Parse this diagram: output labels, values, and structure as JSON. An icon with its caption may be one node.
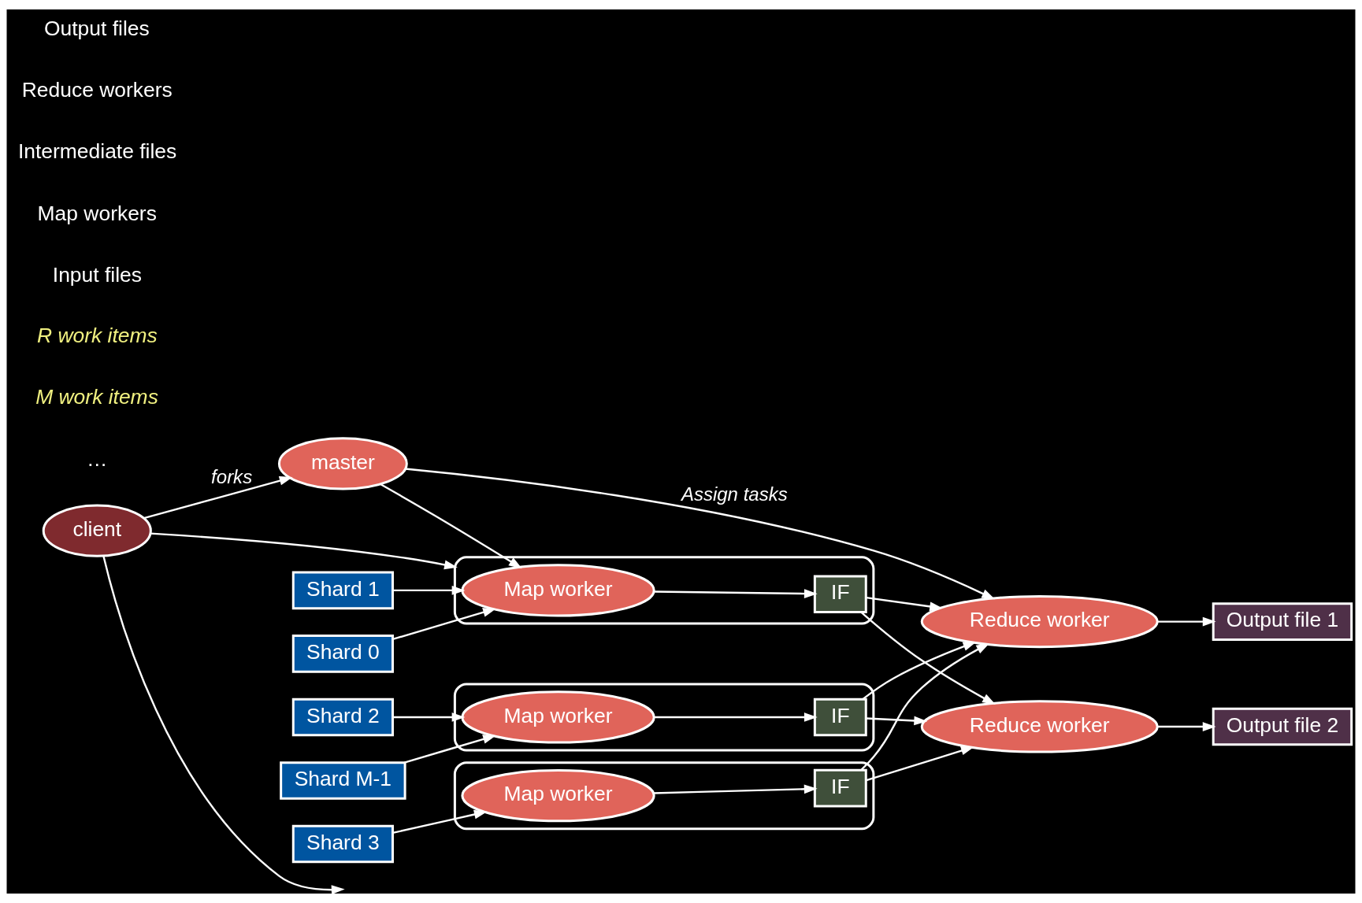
{
  "diagram": {
    "nodes": [
      {
        "text": [
          "client"
        ]
      },
      {
        "text": [
          "master"
        ]
      },
      {
        "text": [
          "Shard 0"
        ]
      },
      {
        "text": [
          "Shard 1"
        ]
      },
      {
        "text": [
          "Shard 2"
        ]
      },
      {
        "text": [
          "Shard 3"
        ]
      },
      {
        "text": [
          "Shard M-1"
        ]
      },
      {
        "text": [],
        "shape": "box"
      },
      {
        "text": [
          "Map worker"
        ],
        "in": 7
      },
      {
        "text": [
          "IF"
        ],
        "in": 7
      },
      {
        "text": [],
        "shape": "box"
      },
      {
        "text": [
          "Map worker"
        ],
        "in": 10
      },
      {
        "text": [
          "IF"
        ],
        "in": 10
      },
      {
        "text": [],
        "shape": "box"
      },
      {
        "text": [
          "Map worker"
        ],
        "in": 13
      },
      {
        "text": [
          "IF"
        ],
        "in": 13
      },
      {
        "text": [
          "Reduce worker"
        ]
      },
      {
        "text": [
          "Reduce worker"
        ]
      },
      {
        "text": [
          "Output file 1"
        ]
      },
      {
        "text": [
          "Output file 2"
        ]
      }
    ],
    "edges": [
      {
        "from": 0,
        "to": 1,
        "arrow": "to",
        "label": "forks"
      },
      {
        "from": 0,
        "to": 7,
        "arrow": "to"
      },
      {
        "from": 0,
        "to": null,
        "arrow": "to"
      },
      {
        "from": 1,
        "to": 8,
        "arrow": "to"
      },
      {
        "from": 1,
        "to": 16,
        "arrow": "to",
        "label": "Assign tasks"
      },
      {
        "from": 2,
        "to": 8,
        "arrow": "to"
      },
      {
        "from": 3,
        "to": 8,
        "arrow": "to"
      },
      {
        "from": 4,
        "to": 11,
        "arrow": "to"
      },
      {
        "from": 5,
        "to": 14,
        "arrow": "to"
      },
      {
        "from": 6,
        "to": 11,
        "arrow": "to"
      },
      {
        "from": 8,
        "to": 9,
        "arrow": "to"
      },
      {
        "from": 11,
        "to": 12,
        "arrow": "to"
      },
      {
        "from": 14,
        "to": 15,
        "arrow": "to"
      },
      {
        "from": 9,
        "to": 16,
        "arrow": "to"
      },
      {
        "from": 9,
        "to": 17,
        "arrow": "to"
      },
      {
        "from": 12,
        "to": 16,
        "arrow": "to"
      },
      {
        "from": 12,
        "to": 17,
        "arrow": "to"
      },
      {
        "from": 15,
        "to": 16,
        "arrow": "to"
      },
      {
        "from": 15,
        "to": 17,
        "arrow": "to"
      },
      {
        "from": 16,
        "to": 18,
        "arrow": "to"
      },
      {
        "from": 17,
        "to": 19,
        "arrow": "to"
      }
    ],
    "labels": [
      "…",
      "M work items",
      "R work items",
      "Input files",
      "Map workers",
      "Intermediate files",
      "Reduce workers",
      "Output files"
    ]
  }
}
